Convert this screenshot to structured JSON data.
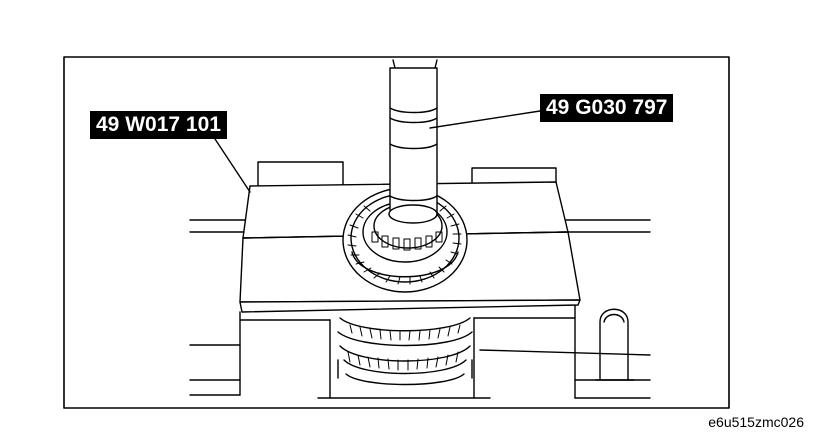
{
  "labels": {
    "fixture_plate": "49 W017 101",
    "installer_shaft": "49 G030 797"
  },
  "figure_id": "e6u515zmc026"
}
